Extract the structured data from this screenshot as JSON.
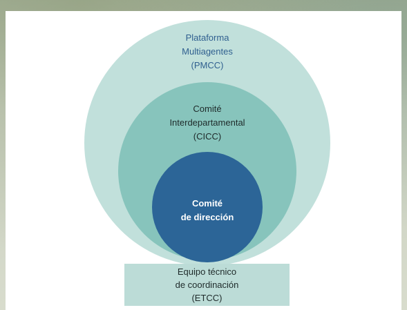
{
  "diagram": {
    "outer_circle": {
      "label": "Plataforma\nMultiagentes\n(PMCC)",
      "color": "#c1e0db"
    },
    "middle_circle": {
      "label": "Comité\nInterdepartamental\n(CICC)",
      "color": "#87c4bc"
    },
    "inner_circle": {
      "label": "Comité\nde dirección",
      "color": "#2c6597"
    },
    "bottom_box": {
      "label": "Equipo técnico\nde coordinación\n(ETCC)",
      "color": "#bcdcd7"
    }
  }
}
